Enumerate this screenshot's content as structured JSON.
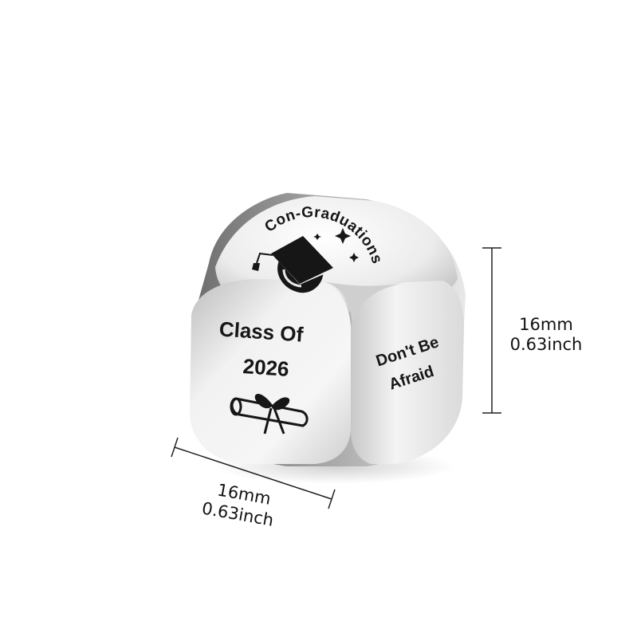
{
  "product": {
    "top_face": {
      "arc_text": "Con-Graduations"
    },
    "front_face": {
      "line1": "Class Of",
      "line2": "2026"
    },
    "right_face": {
      "line1": "Don't Be",
      "line2": "Afraid"
    }
  },
  "dimensions": {
    "height": {
      "mm": "16mm",
      "inch": "0.63inch"
    },
    "width": {
      "mm": "16mm",
      "inch": "0.63inch"
    }
  },
  "icons": [
    "graduation-cap-icon",
    "sparkle-icon",
    "diploma-scroll-icon"
  ],
  "colors": {
    "metal_light": "#f7f7f7",
    "metal_dark": "#8e8e8e",
    "engraving": "#161616",
    "dimension_line": "#222222"
  }
}
